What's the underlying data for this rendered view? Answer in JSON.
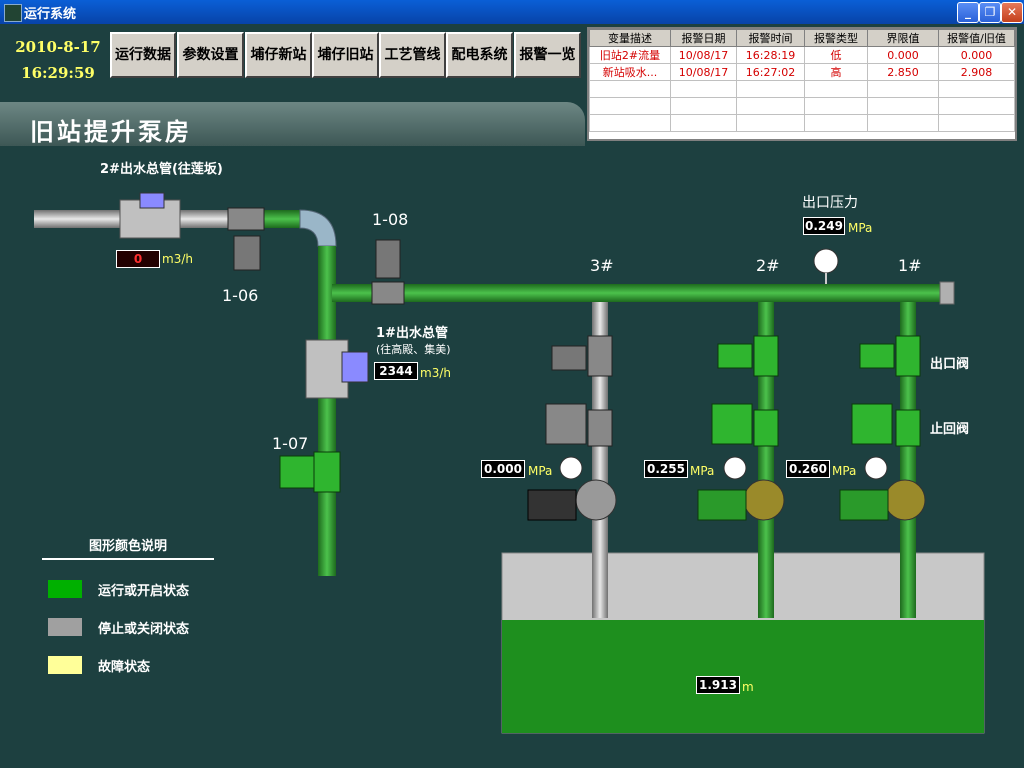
{
  "window": {
    "title": "运行系统"
  },
  "datetime": {
    "date": "2010-8-17",
    "time": "16:29:59"
  },
  "nav": [
    "运行数据",
    "参数设置",
    "埔仔新站",
    "埔仔旧站",
    "工艺管线",
    "配电系统",
    "报警一览"
  ],
  "alarm": {
    "headers": [
      "变量描述",
      "报警日期",
      "报警时间",
      "报警类型",
      "界限值",
      "报警值/旧值"
    ],
    "rows": [
      [
        "旧站2#流量",
        "10/08/17",
        "16:28:19",
        "低",
        "0.000",
        "0.000"
      ],
      [
        "新站吸水...",
        "10/08/17",
        "16:27:02",
        "高",
        "2.850",
        "2.908"
      ]
    ]
  },
  "page_title": "旧站提升泵房",
  "labels": {
    "outlet2": "2#出水总管(往莲坂)",
    "outlet1": "1#出水总管",
    "outlet1_sub": "(往高殿、集美)",
    "v106": "1-06",
    "v107": "1-07",
    "v108": "1-08",
    "pump3": "3#",
    "pump2": "2#",
    "pump1": "1#",
    "outlet_pressure": "出口压力",
    "outlet_valve": "出口阀",
    "check_valve": "止回阀"
  },
  "readings": {
    "flow2": "0",
    "flow1": "2344",
    "outlet_pressure": "0.249",
    "p3": "0.000",
    "p2": "0.255",
    "p1": "0.260",
    "level": "1.913"
  },
  "units": {
    "flow": "m3/h",
    "pressure": "MPa",
    "level": "m"
  },
  "legend": {
    "title": "图形颜色说明",
    "items": [
      {
        "text": "运行或开启状态",
        "color": "#00b000"
      },
      {
        "text": "停止或关闭状态",
        "color": "#a0a0a0"
      },
      {
        "text": "故障状态",
        "color": "#ffff99"
      }
    ]
  },
  "colors": {
    "running": "#2d9a2d",
    "stopped": "#a8a8a8",
    "fault": "#ffff99",
    "water": "#1e8f1e"
  }
}
